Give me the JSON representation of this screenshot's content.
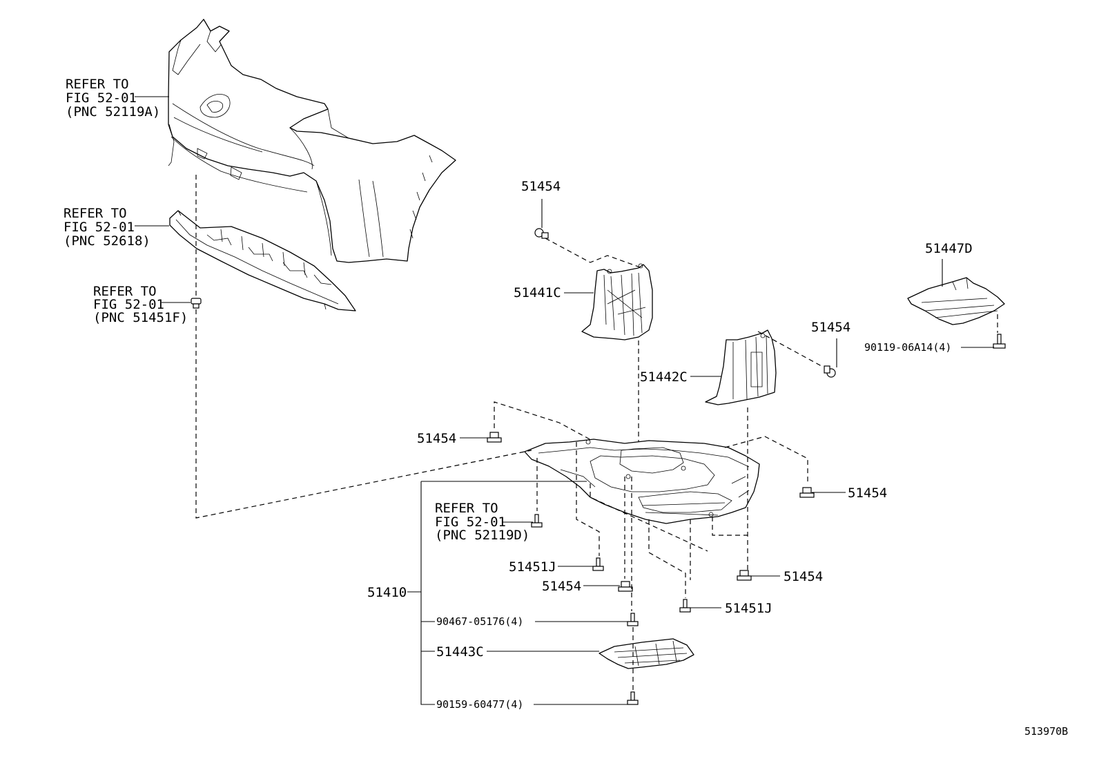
{
  "refs": {
    "bumper": [
      "REFER TO",
      "FIG 52-01",
      "(PNC 52119A)"
    ],
    "absorber": [
      "REFER TO",
      "FIG 52-01",
      "(PNC 52618)"
    ],
    "clip": [
      "REFER TO",
      "FIG 52-01",
      "(PNC 51451F)"
    ],
    "bolt": [
      "REFER TO",
      "FIG 52-01",
      "(PNC 52119D)"
    ]
  },
  "callouts": {
    "c51454_top": "51454",
    "c51441C": "51441C",
    "c51447D": "51447D",
    "c90119": "90119-06A14(4)",
    "c51454_mid_right": "51454",
    "c51442C": "51442C",
    "c51454_left": "51454",
    "c51454_right": "51454",
    "c51451J_left": "51451J",
    "c51454_lower_right": "51454",
    "c51410": "51410",
    "c51454_bottom": "51454",
    "c51451J_right": "51451J",
    "c90467": "90467-05176(4)",
    "c51443C": "51443C",
    "c90159": "90159-60477(4)"
  },
  "diagram_code": "513970B"
}
